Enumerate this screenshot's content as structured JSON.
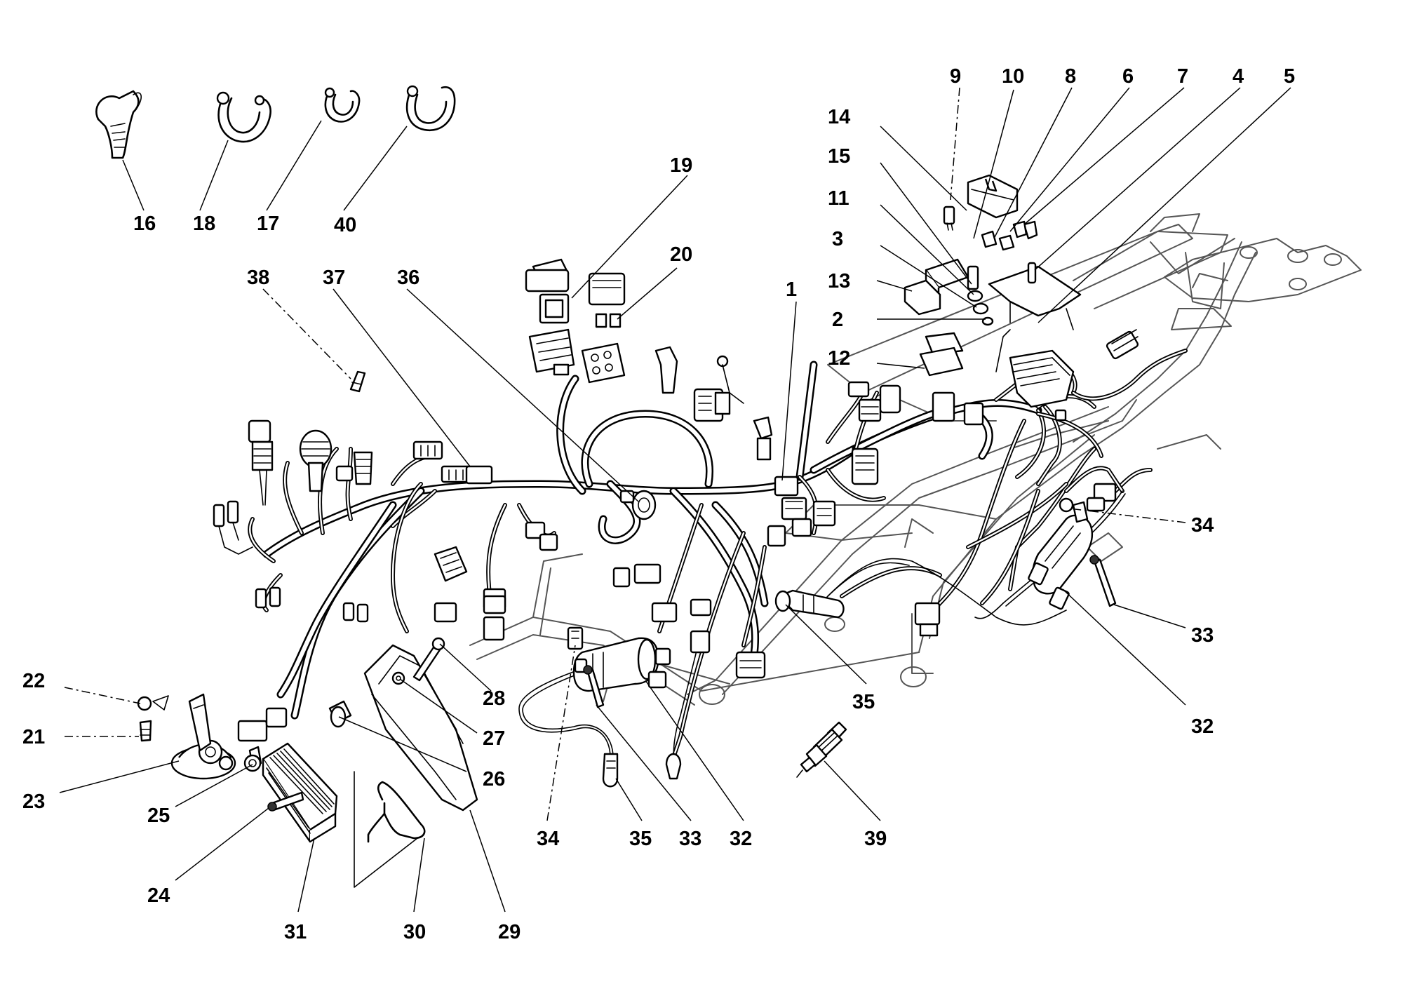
{
  "diagram": {
    "callouts": [
      {
        "id": "c9",
        "text": "9"
      },
      {
        "id": "c10",
        "text": "10"
      },
      {
        "id": "c8",
        "text": "8"
      },
      {
        "id": "c6",
        "text": "6"
      },
      {
        "id": "c7",
        "text": "7"
      },
      {
        "id": "c4",
        "text": "4"
      },
      {
        "id": "c5",
        "text": "5"
      },
      {
        "id": "c14",
        "text": "14"
      },
      {
        "id": "c15",
        "text": "15"
      },
      {
        "id": "c11",
        "text": "11"
      },
      {
        "id": "c3",
        "text": "3"
      },
      {
        "id": "c13",
        "text": "13"
      },
      {
        "id": "c2",
        "text": "2"
      },
      {
        "id": "c12",
        "text": "12"
      },
      {
        "id": "c1",
        "text": "1"
      },
      {
        "id": "c19",
        "text": "19"
      },
      {
        "id": "c20",
        "text": "20"
      },
      {
        "id": "c16",
        "text": "16"
      },
      {
        "id": "c18",
        "text": "18"
      },
      {
        "id": "c17",
        "text": "17"
      },
      {
        "id": "c40",
        "text": "40"
      },
      {
        "id": "c38",
        "text": "38"
      },
      {
        "id": "c37",
        "text": "37"
      },
      {
        "id": "c36",
        "text": "36"
      },
      {
        "id": "c34a",
        "text": "34"
      },
      {
        "id": "c33a",
        "text": "33"
      },
      {
        "id": "c32a",
        "text": "32"
      },
      {
        "id": "c35a",
        "text": "35"
      },
      {
        "id": "c22",
        "text": "22"
      },
      {
        "id": "c21",
        "text": "21"
      },
      {
        "id": "c23",
        "text": "23"
      },
      {
        "id": "c28",
        "text": "28"
      },
      {
        "id": "c27",
        "text": "27"
      },
      {
        "id": "c26",
        "text": "26"
      },
      {
        "id": "c25",
        "text": "25"
      },
      {
        "id": "c24",
        "text": "24"
      },
      {
        "id": "c31",
        "text": "31"
      },
      {
        "id": "c30",
        "text": "30"
      },
      {
        "id": "c29",
        "text": "29"
      },
      {
        "id": "c34b",
        "text": "34"
      },
      {
        "id": "c35b",
        "text": "35"
      },
      {
        "id": "c33b",
        "text": "33"
      },
      {
        "id": "c32b",
        "text": "32"
      },
      {
        "id": "c39",
        "text": "39"
      }
    ]
  }
}
